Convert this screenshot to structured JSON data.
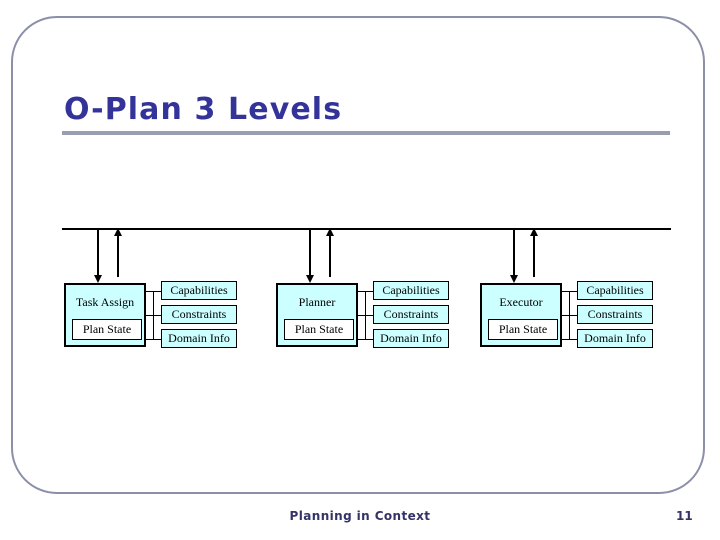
{
  "slide": {
    "title": "O-Plan 3 Levels",
    "accent_color": "#333399",
    "rule_color": "#9a9cb0",
    "frame_color": "#8b8fa8",
    "box_fill": "#ccffff",
    "box_border": "#000000"
  },
  "diagram": {
    "bus_label": "",
    "groups": [
      {
        "name": "Task Assign",
        "inner_box": "Plan State",
        "side_boxes": [
          "Capabilities",
          "Constraints",
          "Domain  Info"
        ],
        "arrow_down": "down-arrow",
        "arrow_up": "up-arrow"
      },
      {
        "name": "Planner",
        "inner_box": "Plan State",
        "side_boxes": [
          "Capabilities",
          "Constraints",
          "Domain  Info"
        ],
        "arrow_down": "down-arrow",
        "arrow_up": "up-arrow"
      },
      {
        "name": "Executor",
        "inner_box": "Plan State",
        "side_boxes": [
          "Capabilities",
          "Constraints",
          "Domain  Info"
        ],
        "arrow_down": "down-arrow",
        "arrow_up": "up-arrow"
      }
    ]
  },
  "footer": {
    "text": "Planning in Context",
    "page_number": "11"
  }
}
